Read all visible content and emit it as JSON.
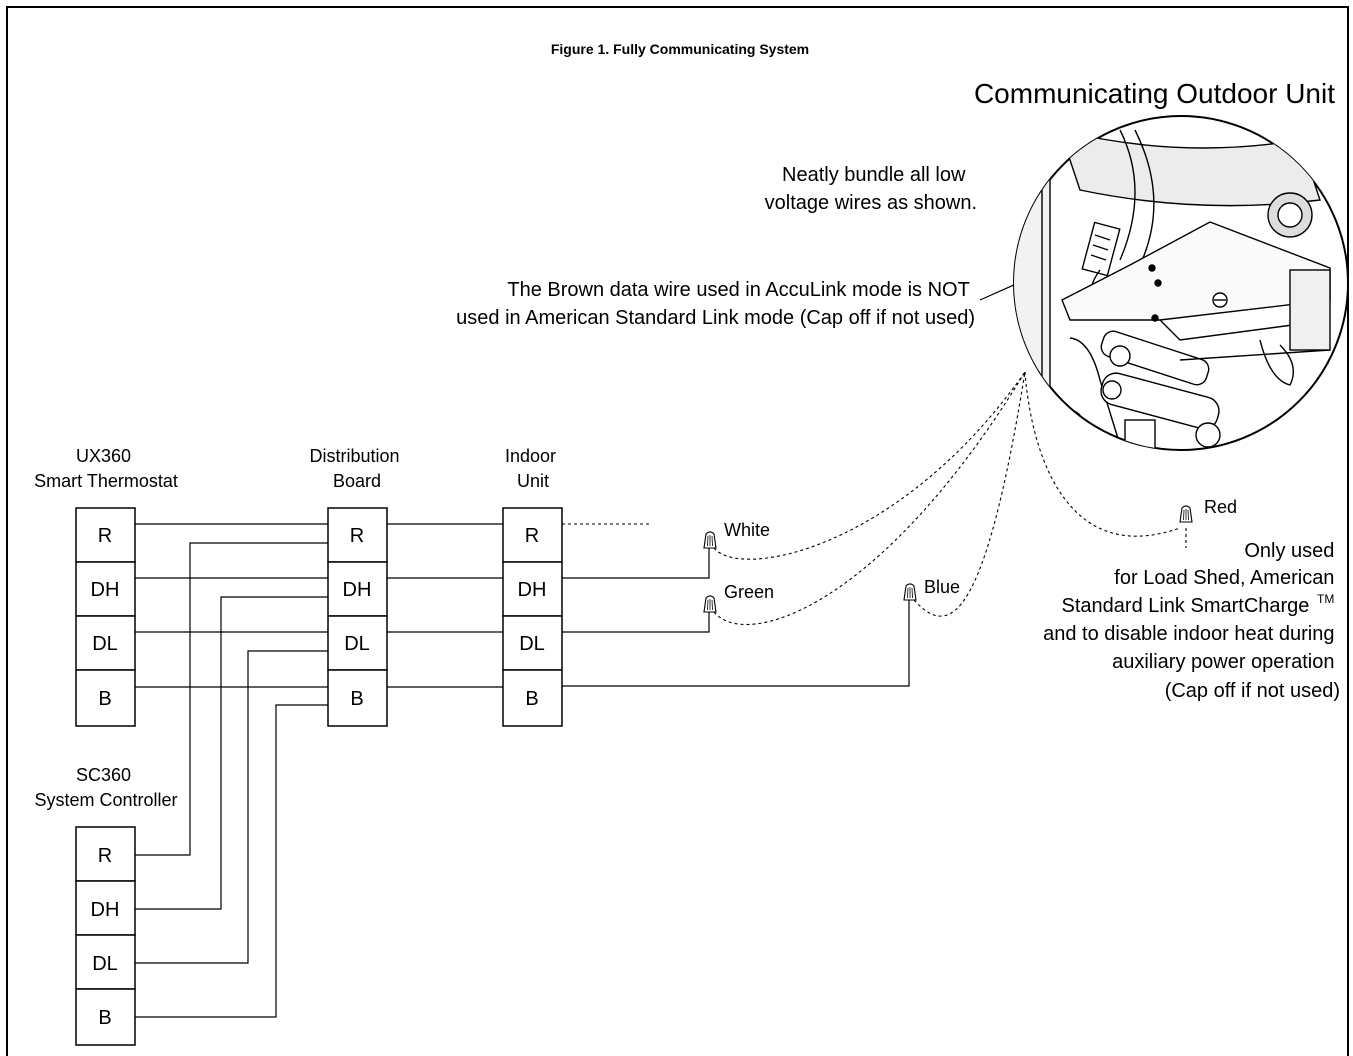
{
  "figure": {
    "caption": "Figure 1.    Fully Communicating System",
    "outdoor_title": "Communicating Outdoor Unit"
  },
  "notes": {
    "bundle": [
      "Neatly bundle all low",
      "voltage wires as shown."
    ],
    "brown": [
      "The Brown data wire used in AccuLink mode is NOT",
      "used in American Standard Link mode (Cap off if not used)"
    ],
    "red_note": [
      "Only used",
      "for Load Shed, American",
      "Standard Link SmartCharge",
      "and to disable indoor heat during",
      "auxiliary power operation",
      "(Cap off if not used)"
    ],
    "tm": "TM"
  },
  "devices": {
    "thermostat": {
      "name": [
        "UX360",
        "Smart Thermostat"
      ],
      "terminals": [
        "R",
        "DH",
        "DL",
        "B"
      ]
    },
    "distribution": {
      "name": [
        "Distribution",
        "Board"
      ],
      "terminals": [
        "R",
        "DH",
        "DL",
        "B"
      ]
    },
    "indoor": {
      "name": [
        "Indoor",
        "Unit"
      ],
      "terminals": [
        "R",
        "DH",
        "DL",
        "B"
      ]
    },
    "controller": {
      "name": [
        "SC360",
        "System Controller"
      ],
      "terminals": [
        "R",
        "DH",
        "DL",
        "B"
      ]
    }
  },
  "wire_nuts": {
    "white": "White",
    "green": "Green",
    "blue": "Blue",
    "red": "Red"
  },
  "icons": [
    "wire-nut-icon",
    "outdoor-unit-photo"
  ]
}
